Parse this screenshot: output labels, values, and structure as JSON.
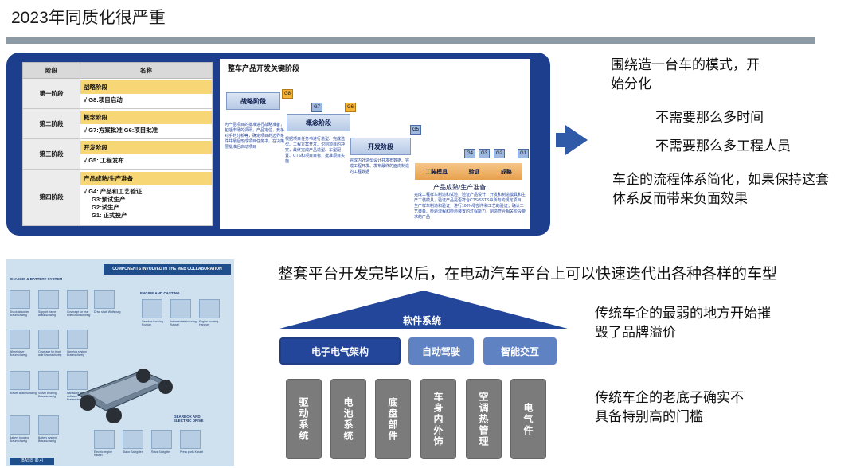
{
  "title": "2023年同质化很严重",
  "table": {
    "headers": [
      "阶段",
      "名称"
    ],
    "rows": [
      {
        "phase": "第一阶段",
        "head": "战略阶段",
        "lines": [
          "√ G8:项目启动"
        ]
      },
      {
        "phase": "第二阶段",
        "head": "概念阶段",
        "lines": [
          "√ G7:方案批准   G6:项目批准"
        ]
      },
      {
        "phase": "第三阶段",
        "head": "开发阶段",
        "lines": [
          "√ G5: 工程发布"
        ]
      },
      {
        "phase": "第四阶段",
        "head": "产品成熟/生产准备",
        "lines": [
          "√ G4: 产品和工艺验证",
          "G3:预试生产",
          "G2:试生产",
          "G1: 正式投产"
        ]
      }
    ]
  },
  "process": {
    "title": "整车产品开发关键阶段",
    "steps": [
      "战略阶段",
      "概念阶段",
      "开发阶段"
    ],
    "gates": [
      "G8",
      "G7",
      "G6",
      "G5",
      "G4",
      "G3",
      "G2",
      "G1"
    ],
    "final_steps": [
      "工装模具",
      "验证",
      "成熟"
    ],
    "final_label": "产品成熟/生产准备",
    "notes": [
      "为产品项目的批准进行战略准备，包括市场的调研，产品定位，竞争对手的分析等，确定项目的边界条件并最后形成项目任务书，在决策层批准后启动项目",
      "根据项目任务书进行造型、完成选型、工程方案开发、识别项目的冲突，最终完成产品造型、车型配置、CTS和项目目标，批准项目实施",
      "完成内外造型设计并发布数据、完成工程开发、发布最终的面向制造的工程数据",
      "完成工程样车制造和试验，验证产品设计；开发和制造模具和生产工装模具，验证产品是否符合CTS/SSTS中所有的规定项目；生产样车制造和验证；进行100%零部件和工艺的验证；确认工艺装备、检验流程和检验装置的过程能力，制造符合相关阶段要求的产品"
    ]
  },
  "right_top": {
    "para1": "围绕造一台车的模式，开始分化",
    "point1": "不需要那么多时间",
    "point2": "不需要那么多工程人员",
    "para2": "车企的流程体系简化，如果保持这套体系反而带来负面效果"
  },
  "meb": {
    "header": "COMPONENTS INVOLVED IN THE MEB COLLABORATION",
    "section_chassis": "CHASSIS & BATTERY SYSTEM",
    "section_engine": "ENGINE AND CASTING",
    "section_gearbox": "GEARBOX AND ELECTRIC DRIVE",
    "basis": "(BASIS ID.4)",
    "labels": [
      "Shock absorber Braunschweig",
      "Support frame Braunschweig",
      "Coverage for rear axle Braunschweig",
      "Drive shaft Wolfsburg",
      "Wheel drive Braunschweig",
      "Coverage for front axle Braunschweig",
      "Steering system Braunschweig",
      "Gearbox housing Poznan",
      "Intermediate housing Kassel",
      "Engine housing Hanover",
      "Brakes Braunschweig",
      "Swivel bearing Braunschweig",
      "Hardware and software Braunschweig",
      "Battery housing Braunschweig",
      "Battery system Braunschweig",
      "Electric engine Kassel",
      "Stator Salzgitter",
      "Rotor Salzgitter",
      "Press parts Kassel"
    ]
  },
  "headline": "整套平台开发完毕以后，在电动汽车平台上可以快速迭代出各种各样的车型",
  "arch": {
    "roof": "软件系统",
    "boxes": [
      "电子电气架构",
      "自动驾驶",
      "智能交互"
    ],
    "pillars": [
      "驱动系统",
      "电池系统",
      "底盘部件",
      "车身内外饰",
      "空调热管理",
      "电气件"
    ]
  },
  "right_bottom": {
    "para1": "传统车企的最弱的地方开始摧毁了品牌溢价",
    "para2": "传统车企的老底子确实不具备特别高的门槛"
  }
}
